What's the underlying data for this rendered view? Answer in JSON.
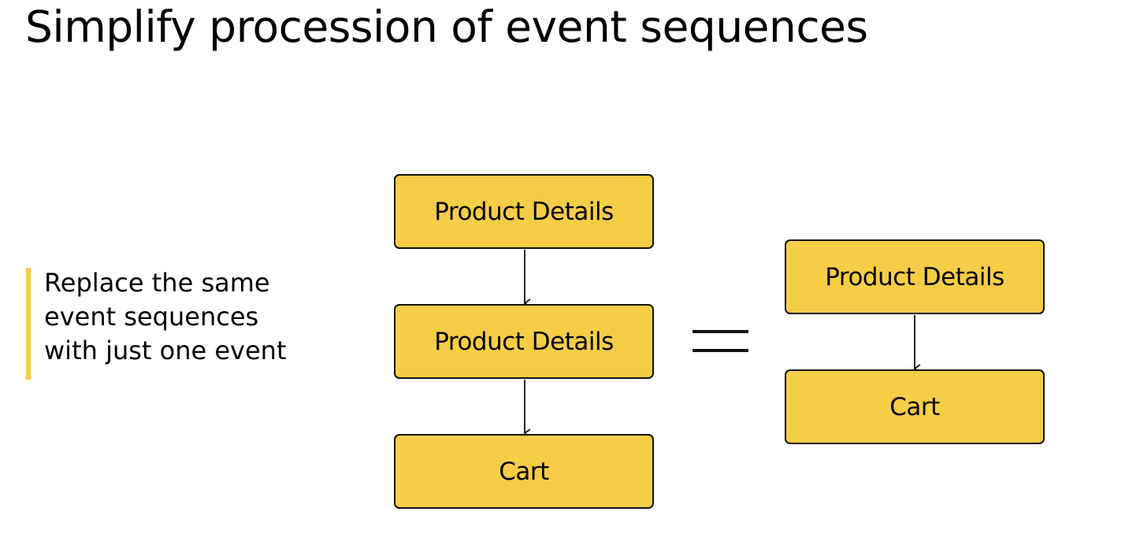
{
  "title": "Simplify procession of event sequences",
  "note": {
    "lines": [
      "Replace the same",
      "event sequences",
      "with just one event"
    ]
  },
  "accent_color": "#f5cd46",
  "left_sequence": [
    {
      "label": "Product Details"
    },
    {
      "label": "Product Details"
    },
    {
      "label": "Cart"
    }
  ],
  "equals_icon": "equals-sign",
  "right_sequence": [
    {
      "label": "Product Details"
    },
    {
      "label": "Cart"
    }
  ]
}
